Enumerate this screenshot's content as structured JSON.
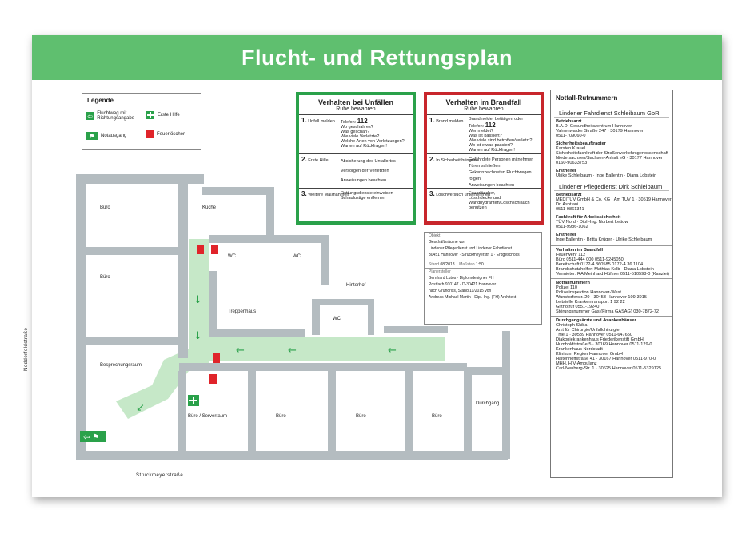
{
  "title": "Flucht- und Rettungsplan",
  "legend": {
    "heading": "Legende",
    "items": [
      "Fluchtweg mit Richtungsangabe",
      "Notausgang",
      "Erste Hilfe",
      "Feuerlöscher"
    ]
  },
  "unfall": {
    "title": "Verhalten bei Unfällen",
    "subtitle": "Ruhe bewahren",
    "sections": [
      {
        "num": "1.",
        "label": "Unfall melden",
        "lines": [
          "Telefon:",
          "112",
          "Wo geschah es?",
          "Was geschah?",
          "Wie viele Verletzte?",
          "Welche Arten von Verletzungen?",
          "Warten auf Rückfragen!"
        ]
      },
      {
        "num": "2.",
        "label": "Erste Hilfe",
        "lines": [
          "Absicherung des Unfallortes",
          "Versorgen der Verletzten",
          "Anweisungen beachten"
        ]
      },
      {
        "num": "3.",
        "label": "Weitere Maßnahmen",
        "lines": [
          "Rettungsdienste einweisen",
          "Schaulustige entfernen"
        ]
      }
    ]
  },
  "brand": {
    "title": "Verhalten im Brandfall",
    "subtitle": "Ruhe bewahren",
    "sections": [
      {
        "num": "1.",
        "label": "Brand melden",
        "lines": [
          "Brandmelder betätigen oder",
          "Telefon:",
          "112",
          "Wer meldet?",
          "Was ist passiert?",
          "Wie viele sind betroffen/verletzt?",
          "Wo ist etwas passiert?",
          "Warten auf Rückfragen!"
        ]
      },
      {
        "num": "2.",
        "label": "In Sicherheit bringen",
        "lines": [
          "Gefährdete Personen mitnehmen",
          "Türen schließen",
          "Gekennzeichneten Fluchtwegen folgen",
          "Anweisungen beachten"
        ]
      },
      {
        "num": "3.",
        "label": "Löschversuch unternehmen",
        "lines": [
          "Feuerlöscher,",
          "Löschdecke und",
          "Wandhydranten/Löschschlauch benutzen"
        ]
      }
    ]
  },
  "objekt": {
    "label": "Objekt",
    "lines": [
      "Geschäftsräume von",
      "Lindener Pflegedienst und Lindener Fahrdienst",
      "30451 Hannover · Struckmeyerstr. 1 · Erdgeschoss"
    ],
    "stand_label": "Stand",
    "stand": "08/2018",
    "massstab_label": "Maßstab",
    "massstab": "1:50",
    "planersteller_label": "Planersteller",
    "planersteller": [
      "Bernhard Lutos · Diplomdesigner FH",
      "Postfach 910147 · D-30421 Hannover",
      "nach Grundriss, Stand 11/2015 von",
      "Andreas-Michael Martin · Dipl.-Ing. (FH) Architekt"
    ]
  },
  "notfall": {
    "heading": "Notfall-Rufnummern",
    "org1": "Lindener Fahrdienst Schleibaum GbR",
    "org1_blocks": [
      {
        "title": "Betriebsarzt",
        "lines": [
          "B.A.D. Gesundheitszentrum Hannover",
          "Vahrenwalder Straße 247 · 30179 Hannover",
          "0511-709060-0"
        ]
      },
      {
        "title": "Sicherheitsbeauftragter",
        "lines": [
          "Karsten Krauel",
          "Sicherheitsfachkraft der Straßenverkehrsgenossenschaft",
          "Niedersachsen/Sachsen-Anhalt eG · 30177 Hannover",
          "0160-90633753"
        ]
      },
      {
        "title": "Ersthelfer",
        "lines": [
          "Ulrike Schleibaum · Inge Ballentin · Diana Lobstein"
        ]
      }
    ],
    "org2": "Lindener Pflegedienst Dirk Schleibaum",
    "org2_blocks": [
      {
        "title": "Betriebsarzt",
        "lines": [
          "MEDITÜV GmbH & Co. KG · Am TÜV 1 · 30519 Hannover",
          "Dr. Ashtiani",
          "0511-9861341"
        ]
      },
      {
        "title": "Fachkraft für Arbeitssicherheit",
        "lines": [
          "TÜV Nord · Dipl.-Ing. Norbert Lettow",
          "0511-9986-1062"
        ]
      },
      {
        "title": "Ersthelfer",
        "lines": [
          "Inge Ballentin · Britta Krüger · Ulrike Schleibaum"
        ]
      }
    ],
    "brandfall_title": "Verhalten im Brandfall",
    "brandfall_lines": [
      "Feuerwehr  112",
      "Büro  0511-444 000  0511-9245050",
      "Bereitschaft  0172-4 360585  0172-4 36 1104",
      "Brandschutzhelfer: Mathias Kelb · Diana Lobstein",
      "Vermieter: RA Meinhard Hüftner  0511-510598-0 (Kanzlei)"
    ],
    "notrufe_title": "Notfallnummern",
    "notrufe_lines": [
      "Polizei  110",
      "Polizeiinspektion Hannover-West",
      "Wunstorferstr. 20 · 30453 Hannover  109-3915",
      "Leitstelle Krankentransport  1 92 22",
      "Giftnotruf  0551-19240",
      "Störungsnummer Gas (Firma GASAG)  030-7872-72"
    ],
    "aerzte_title": "Durchgangsärzte und -krankenhäuser",
    "aerzte_lines": [
      "Christoph Skiba",
      "Arzt für Chirurgie/Unfallchirurgie",
      "Thie 1 · 30539 Hannover  0511-647650",
      "Diakoniekrankenhaus Friederikenstift GmbH",
      "Humboldtstraße 5 · 30169 Hannover  0511-129-0",
      "Krankenhaus Nordstadt",
      "Klinikum Region Hannover GmbH",
      "Haltenhoffstraße 41 · 30167 Hannover  0511-970-0",
      "MHH, HIV-Ambulanz",
      "Carl-Neuberg-Str. 1 · 30625 Hannover  0511-5329125"
    ]
  },
  "rooms": [
    "Büro",
    "Küche",
    "Büro",
    "WC",
    "WC",
    "Treppenhaus",
    "Hinterhof",
    "WC",
    "Besprechungsraum",
    "Büro / Serverraum",
    "Büro",
    "Büro",
    "Büro",
    "Durchgang"
  ],
  "streets": [
    "Nedderfeldstraße",
    "Struckmeyerstraße"
  ],
  "colors": {
    "green": "#5fbf6f",
    "escape_green": "#2aa14a",
    "red": "#c8262c",
    "wall": "#b4bcc0",
    "route": "#c6e8c8"
  }
}
